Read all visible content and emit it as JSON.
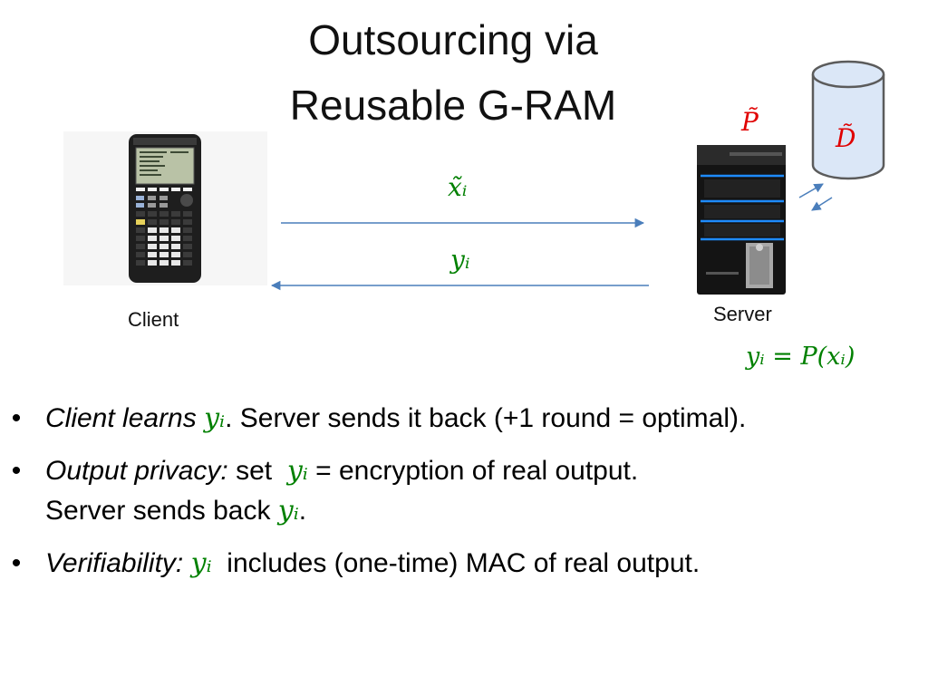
{
  "slide": {
    "title_line1": "Outsourcing via",
    "title_line2": "Reusable G-RAM"
  },
  "diagram": {
    "client_label": "Client",
    "server_label": "Server",
    "program_label": "P̃",
    "database_label": "D̃",
    "input_label": "x̃ᵢ",
    "output_label": "yᵢ",
    "equation": "yᵢ = P(xᵢ)",
    "colors": {
      "math_green": "#008000",
      "math_red": "#e00000",
      "arrow_blue": "#4a7ebb",
      "server_led_blue": "#1e8bff",
      "db_fill": "#dbe7f7"
    },
    "icons": [
      "calculator-icon",
      "server-tower-icon",
      "database-cylinder-icon"
    ]
  },
  "bullets": [
    {
      "lead": "Client learns",
      "var": "yᵢ",
      "rest": ". Server sends it back (+1 round = optimal)."
    },
    {
      "lead": "Output privacy:",
      "pre": " set ",
      "var": "yᵢ",
      "rest": " = encryption of real output.",
      "line2_text": "Server sends back ",
      "line2_var": "yᵢ",
      "line2_end": "."
    },
    {
      "lead": "Verifiability:",
      "var": "yᵢ",
      "rest": "  includes (one-time) MAC of real output."
    }
  ]
}
